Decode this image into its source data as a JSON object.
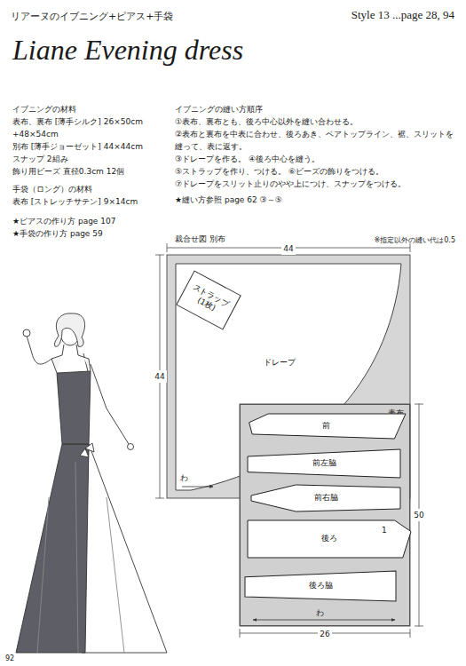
{
  "diagram": {
    "title": "Liane Evening dress",
    "nodes": [
      {
        "text": [
          "ストラップ (1枚)"
        ]
      },
      {
        "text": [
          "ドレープ"
        ]
      },
      {
        "text": [
          "表布"
        ]
      },
      {
        "text": [
          "前"
        ],
        "in": 2
      },
      {
        "text": [
          "前左脇"
        ],
        "in": 2
      },
      {
        "text": [
          "前右脇"
        ],
        "in": 2
      },
      {
        "text": [
          "後ろ"
        ],
        "in": 2
      },
      {
        "text": [
          "後ろ脇"
        ],
        "in": 2
      }
    ],
    "labels": [
      "リアーヌのイブニング+ピアス+手袋",
      "Style 13 ...page 28, 94",
      "イブニングの材料",
      "表布、裏布 [薄手シルク] 26×50cm",
      "+48×54cm",
      "別布 [薄手ジョーゼット] 44×44cm",
      "スナップ 2組み",
      "飾り用ビーズ 直径0.3cm 12個",
      "手袋（ロング）の材料",
      "表布 [ストレッチサテン] 9×14cm",
      "★ピアスの作り方 page 107",
      "★手袋の作り方 page 59",
      "イブニングの縫い方順序",
      "①表布、裏布とも、後ろ中心以外を縫い合わせる。",
      "②表布と裏布を中表に合わせ、後ろあき、ベアトップライン、裾、スリットを縫って、表に返す。",
      "③ドレープを作る。 ④後ろ中心を縫う。",
      "⑤ストラップを作り、つける。 ⑥ビーズの飾りをつける。",
      "⑦ドレープをスリット止りのやや上につけ、スナップをつける。",
      "★縫い方参照 page 62 ③～⑤",
      "裁合せ図 別布",
      "※指定以外の縫い代は0.5",
      "44",
      "44",
      "50",
      "26",
      "わ",
      "1",
      "わ",
      "92"
    ]
  }
}
